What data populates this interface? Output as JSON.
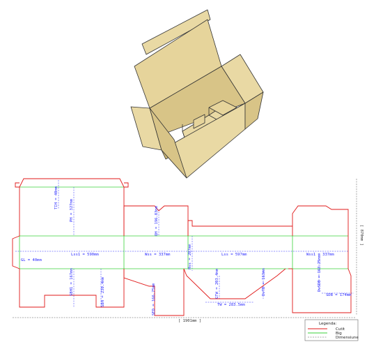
{
  "colors": {
    "cut": "#e01818",
    "crease": "#3ad23a",
    "dimension": "#2a2aff",
    "board": "#e9d9a4",
    "board_dark": "#d8c487",
    "outline": "#333333"
  },
  "dimensions": {
    "tih": "TIH = 40mm",
    "ph": "PH = 327mm",
    "gl": "GL = 40mm",
    "lss1": "Lss1 = 590mm",
    "wss": "Wss = 337mm",
    "lss": "Lss = 597mm",
    "wss1": "Wss1 = 337mm",
    "qh": "QH = 196.83mm",
    "hss": "Hss = 207mm",
    "sbh1": "SBH1 = 167mm",
    "sbh": "SBH = 230.4mm",
    "sed": "SED = 166.75mm",
    "gtw": "GTW = 203.4mm",
    "dvtb": "DvTB = 163mm",
    "dvsdb": "DvSDB = 163.25mm",
    "sdb": "SDB = 174mm",
    "tw": "TW = 283.5mm",
    "total_width": "[ 1901mm ]",
    "total_height": "[ 870mm ]"
  },
  "legend": {
    "title": "Legenda:",
    "cut": "Cutit",
    "crease": "Big",
    "dimension": "Dimensiune"
  }
}
